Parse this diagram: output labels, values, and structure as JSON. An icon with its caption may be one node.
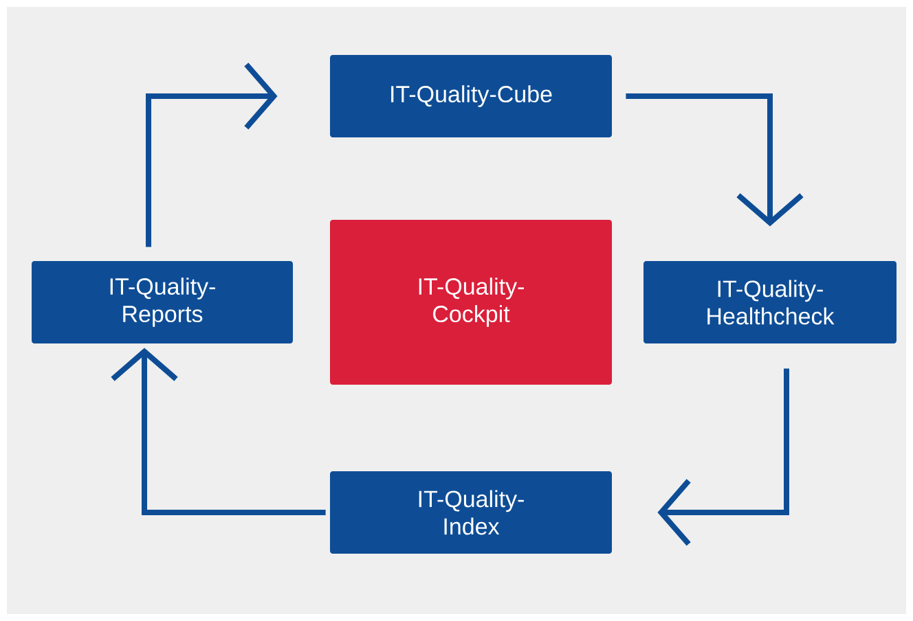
{
  "diagram": {
    "nodes": [
      {
        "text": [
          "IT-Quality-Cube"
        ]
      },
      {
        "text": [
          "IT-Quality-Healthcheck"
        ]
      },
      {
        "text": [
          "IT-Quality-Index"
        ]
      },
      {
        "text": [
          "IT-Quality-Reports"
        ]
      },
      {
        "text": [
          "IT-Quality-Cockpit"
        ]
      }
    ],
    "edges": [
      {
        "from": 0,
        "to": 1,
        "arrow": "to"
      },
      {
        "from": 1,
        "to": 2,
        "arrow": "to"
      },
      {
        "from": 2,
        "to": 3,
        "arrow": "to"
      },
      {
        "from": 3,
        "to": 0,
        "arrow": "to"
      }
    ]
  }
}
